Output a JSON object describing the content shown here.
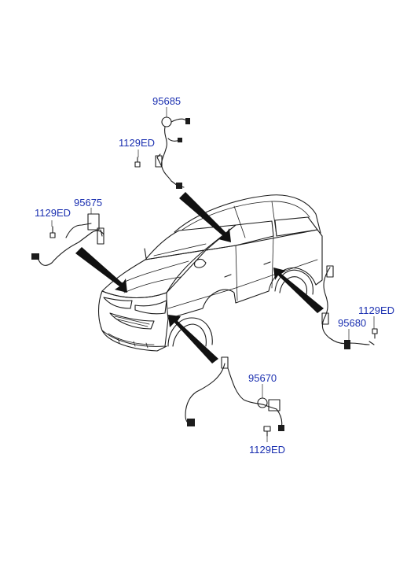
{
  "callouts": {
    "sensor_top": "95685",
    "bolt_top": "1129ED",
    "sensor_front_left": "95675",
    "bolt_front_left": "1129ED",
    "bolt_rear_right": "1129ED",
    "sensor_rear_right": "95680",
    "sensor_front_bottom": "95670",
    "bolt_bottom": "1129ED"
  }
}
